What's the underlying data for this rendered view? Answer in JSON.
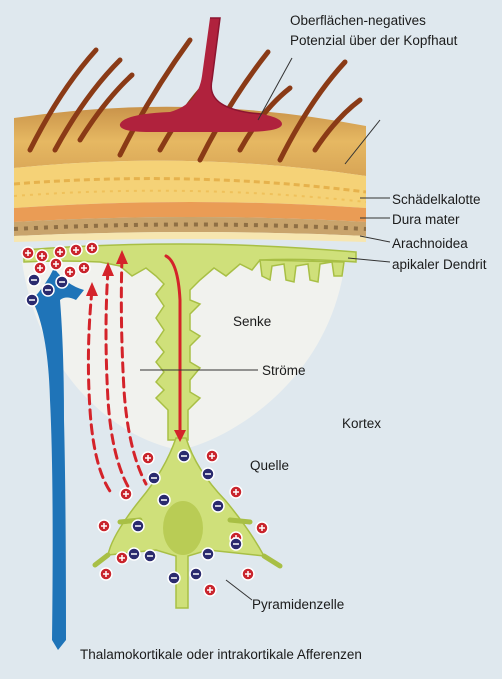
{
  "labels": {
    "surface_potential": "Oberflächen-negatives\nPotenzial über der Kopfhaut",
    "skull": "Schädelkalotte",
    "dura": "Dura mater",
    "arachnoid": "Arachnoidea",
    "apical_dendrite": "apikaler Dendrit",
    "sink": "Senke",
    "currents": "Ströme",
    "cortex": "Kortex",
    "source": "Quelle",
    "pyramidal_cell": "Pyramidenzelle",
    "afferents": "Thalamokortikale oder intrakortikale Afferenzen"
  },
  "colors": {
    "background": "#dfe8ee",
    "scalp": "#e5b45c",
    "skull": "#f5d277",
    "dura": "#ea9c55",
    "arachnoid": "#b08a55",
    "potential": "#b0223d",
    "hair": "#8a3a16",
    "neuron": "#cfe07a",
    "afferent": "#1f74b8",
    "current": "#d4232a",
    "negative_ion": "#2a2a6e",
    "positive_ion": "#c9242c"
  }
}
